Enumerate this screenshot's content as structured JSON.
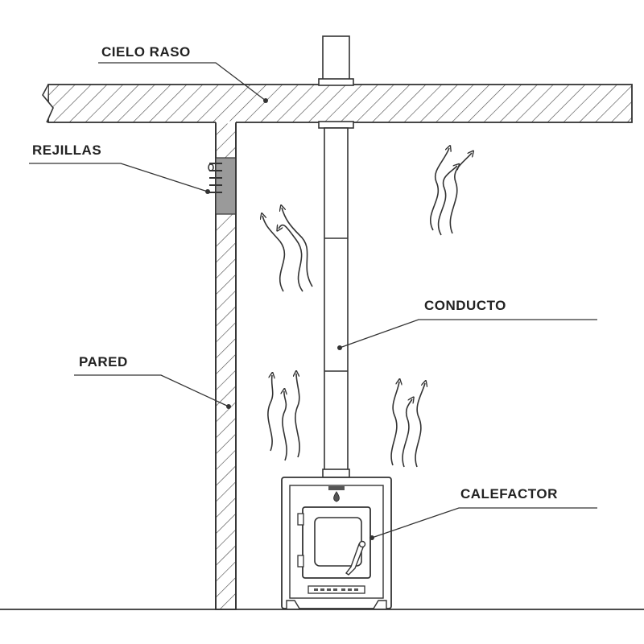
{
  "labels": {
    "ceiling": "CIELO RASO",
    "vents": "REJILLAS",
    "duct": "CONDUCTO",
    "wall": "PARED",
    "heater": "CALEFACTOR"
  },
  "colors": {
    "line": "#333333",
    "vent_fill": "#9a9a9a",
    "background": "#ffffff"
  },
  "icons": {
    "heat_flow": "wavy-up-arrow-icon",
    "stove_knob": "drop-knob-icon"
  }
}
